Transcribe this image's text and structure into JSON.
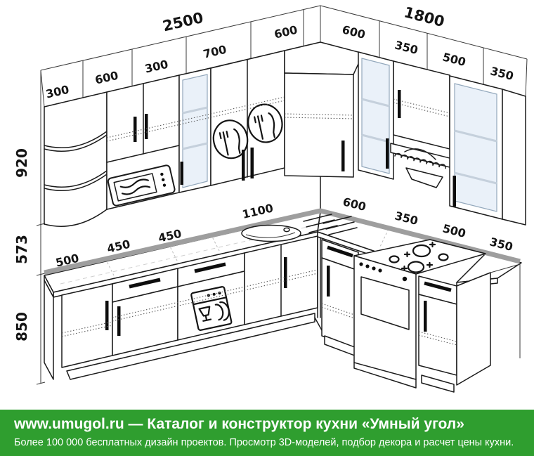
{
  "diagram": {
    "kind": "corner-kitchen-layout-drawing",
    "top_dims": {
      "left_total": "2500",
      "right_total": "1800",
      "left_sections": [
        "300",
        "600",
        "300",
        "700",
        "600"
      ],
      "right_sections": [
        "600",
        "350",
        "500",
        "350"
      ]
    },
    "counter_dims": {
      "left_sections": [
        "500",
        "450",
        "450",
        "1100"
      ],
      "right_sections": [
        "600",
        "350",
        "500",
        "350"
      ]
    },
    "height_dims": {
      "upper": "920",
      "middle": "573",
      "base": "850"
    },
    "appliances": [
      "corner-open-shelves",
      "microwave",
      "glass-door-cabinets",
      "cutlery-plate-decor",
      "extractor-hood",
      "sink",
      "drainer-grooves",
      "hob-burners",
      "oven",
      "dishwasher"
    ],
    "colors": {
      "line": "#1b1b1b",
      "glass": "#eaf1f9",
      "counter_band": "#9e9e9e"
    }
  },
  "footer": {
    "title": "www.umugol.ru — Каталог и конструктор кухни «Умный угол»",
    "subtitle": "Более 100 000 бесплатных дизайн проектов. Просмотр 3D-моделей, подбор декора и расчет цены кухни.",
    "bg_color": "#2f9e2f",
    "text_color": "#ffffff"
  }
}
